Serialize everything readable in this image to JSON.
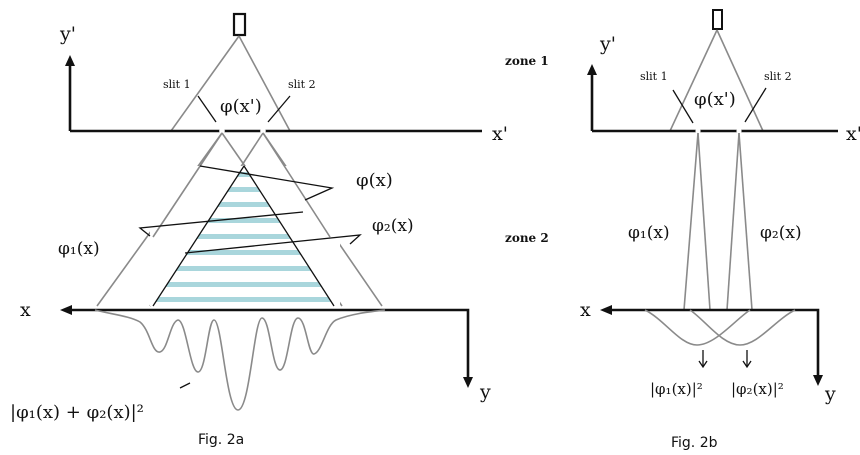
{
  "left": {
    "y_axis": "y'",
    "x_axis_top": "x'",
    "slit1": "slit 1",
    "slit2": "slit 2",
    "phi_xp": "φ(x')",
    "phi_x": "φ(x)",
    "phi1": "φ₁(x)",
    "phi2": "φ₂(x)",
    "x_axis_bottom": "x",
    "y_axis_bottom": "y",
    "intensity": "|φ₁(x) + φ₂(x)|²",
    "caption": "Fig. 2a"
  },
  "middle": {
    "zone1": "zone 1",
    "zone2": "zone 2"
  },
  "right": {
    "y_axis": "y'",
    "x_axis_top": "x'",
    "slit1": "slit 1",
    "slit2": "slit 2",
    "phi_xp": "φ(x')",
    "phi1": "φ₁(x)",
    "phi2": "φ₂(x)",
    "x_axis_bottom": "x",
    "y_axis_bottom": "y",
    "intensity1": "|φ₁(x)|²",
    "intensity2": "|φ₂(x)|²",
    "caption": "Fig. 2b"
  },
  "colors": {
    "stripe": "#a9d6dc",
    "line": "#8a8a8a",
    "ink": "#111111"
  }
}
